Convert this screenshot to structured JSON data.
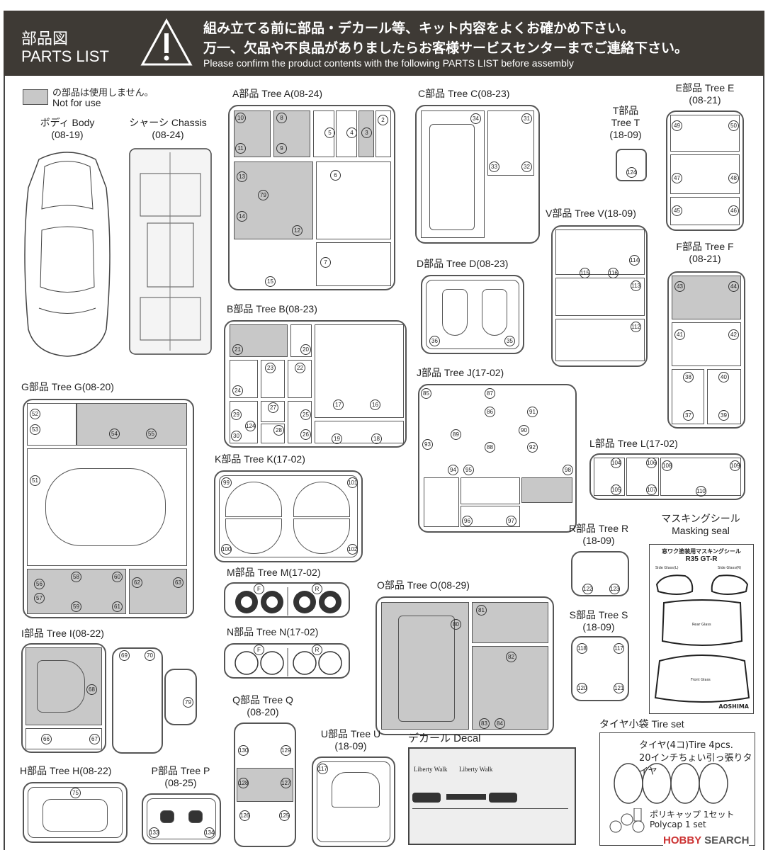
{
  "header": {
    "title_ja": "部品図",
    "title_en": "PARTS LIST",
    "warning_line1": "組み立てる前に部品・デカール等、キット内容をよくお確かめ下さい。",
    "warning_line2": "万一、欠品や不良品がありましたらお客様サービスセンターまでご連絡下さい。",
    "warning_line3": "Please confirm the product contents with the following PARTS LIST before assembly"
  },
  "legend": {
    "ja": "の部品は使用しません。",
    "en": "Not for use",
    "gray_color": "#c8c8c8"
  },
  "parts": {
    "body": {
      "name": "ボディ Body",
      "code": "(08-19)"
    },
    "chassis": {
      "name": "シャーシ Chassis",
      "code": "(08-24)"
    },
    "tree_a": {
      "title": "A部品 Tree A(08-24)",
      "numbers": [
        "10",
        "8",
        "11",
        "9",
        "5",
        "4",
        "3",
        "2",
        "13",
        "79",
        "14",
        "12",
        "6",
        "7",
        "15"
      ]
    },
    "tree_c": {
      "title": "C部品 Tree C(08-23)",
      "numbers": [
        "34",
        "31",
        "33",
        "32"
      ]
    },
    "tree_t": {
      "title_l1": "T部品",
      "title_l2": "Tree T",
      "title_l3": "(18-09)",
      "numbers": [
        "124"
      ]
    },
    "tree_e": {
      "title_l1": "E部品 Tree E",
      "title_l2": "(08-21)",
      "numbers": [
        "49",
        "50",
        "47",
        "48",
        "45",
        "46"
      ]
    },
    "tree_v": {
      "title": "V部品 Tree V(18-09)",
      "numbers": [
        "114",
        "115",
        "116",
        "113",
        "112"
      ]
    },
    "tree_f": {
      "title_l1": "F部品 Tree F",
      "title_l2": "(08-21)",
      "numbers": [
        "43",
        "44",
        "41",
        "42",
        "38",
        "40",
        "37",
        "39"
      ]
    },
    "tree_d": {
      "title": "D部品 Tree D(08-23)",
      "numbers": [
        "36",
        "35"
      ]
    },
    "tree_b": {
      "title": "B部品 Tree B(08-23)",
      "numbers": [
        "21",
        "20",
        "17",
        "16",
        "24",
        "23",
        "22",
        "27",
        "29",
        "124",
        "25",
        "30",
        "28",
        "26",
        "19",
        "18"
      ]
    },
    "tree_j": {
      "title": "J部品 Tree J(17-02)",
      "numbers": [
        "85",
        "87",
        "86",
        "89",
        "90",
        "91",
        "92",
        "93",
        "88",
        "94",
        "95",
        "98",
        "96",
        "97"
      ]
    },
    "tree_g": {
      "title": "G部品 Tree G(08-20)",
      "numbers": [
        "52",
        "53",
        "54",
        "55",
        "51",
        "56",
        "58",
        "60",
        "57",
        "59",
        "61",
        "62",
        "63"
      ]
    },
    "tree_k": {
      "title": "K部品 Tree K(17-02)",
      "numbers": [
        "99",
        "101",
        "100",
        "102"
      ]
    },
    "tree_l": {
      "title": "L部品 Tree L(17-02)",
      "numbers": [
        "104",
        "106",
        "108",
        "109",
        "105",
        "107",
        "110"
      ]
    },
    "tree_r": {
      "title_l1": "R部品 Tree R",
      "title_l2": "(18-09)",
      "numbers": [
        "122",
        "123"
      ]
    },
    "tree_m": {
      "title": "M部品 Tree M(17-02)",
      "labels": [
        "F",
        "R"
      ]
    },
    "tree_n": {
      "title": "N部品 Tree N(17-02)",
      "labels": [
        "F",
        "R"
      ]
    },
    "tree_o": {
      "title": "O部品 Tree O(08-29)",
      "numbers": [
        "80",
        "81",
        "82",
        "83",
        "84"
      ]
    },
    "tree_s": {
      "title_l1": "S部品 Tree S",
      "title_l2": "(18-09)",
      "numbers": [
        "118",
        "117",
        "120",
        "121"
      ]
    },
    "tree_i": {
      "title": "I部品 Tree I(08-22)",
      "numbers": [
        "68",
        "69",
        "70",
        "79",
        "66",
        "67"
      ]
    },
    "tree_q": {
      "title_l1": "Q部品 Tree Q",
      "title_l2": "(08-20)",
      "numbers": [
        "130",
        "129",
        "128",
        "127",
        "126",
        "125"
      ]
    },
    "tree_u": {
      "title_l1": "U部品 Tree U",
      "title_l2": "(18-09)",
      "numbers": [
        "117"
      ]
    },
    "tree_h": {
      "title": "H部品 Tree H(08-22)",
      "numbers": [
        "75"
      ]
    },
    "tree_p": {
      "title_l1": "P部品 Tree P",
      "title_l2": "(08-25)",
      "numbers": [
        "133",
        "134"
      ]
    }
  },
  "masking_seal": {
    "title_ja": "マスキングシール",
    "title_en": "Masking seal",
    "sheet_title": "窓ワク塗装用マスキングシール",
    "sheet_model": "R35 GT-R",
    "side_l": "Side Glass(L)",
    "side_r": "Side Glass(R)",
    "rear": "Rear Glass",
    "front": "Front Glass",
    "brand": "AOSHIMA"
  },
  "decal": {
    "title": "デカール Decal",
    "text1": "Liberty Walk",
    "text2": "Liberty Walk"
  },
  "tire_set": {
    "title": "タイヤ小袋 Tire set",
    "line1": "タイヤ(4コ)Tire 4pcs.",
    "line2": "20インチちょい引っ張りタイヤ",
    "polycap1": "ポリキャップ 1セット",
    "polycap2": "Polycap 1 set"
  },
  "watermark": {
    "brand_a": "HOBBY",
    "brand_b": " SEARCH"
  }
}
